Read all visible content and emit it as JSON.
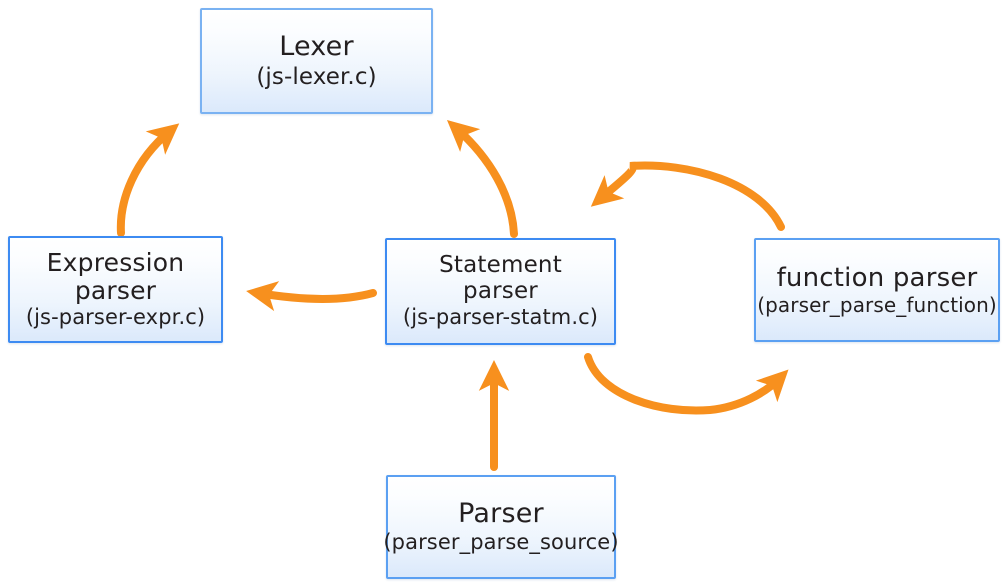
{
  "diagram": {
    "title": "JS parser module call-flow diagram",
    "background_color": "#ffffff",
    "arrow_color": "#f7901e",
    "node_border_color": "#3d8bf2",
    "node_fill_top": "#ffffff",
    "node_fill_bottom": "#dbe9fb",
    "text_color": "#231f20"
  },
  "nodes": [
    {
      "id": "lexer",
      "title": "Lexer",
      "sub": "(js-lexer.c)"
    },
    {
      "id": "expression-parser",
      "title": "Expression\nparser",
      "sub": "(js-parser-expr.c)"
    },
    {
      "id": "statement-parser",
      "title": "Statement\nparser",
      "sub": "(js-parser-statm.c)"
    },
    {
      "id": "function-parser",
      "title": "function parser",
      "sub": "(parser_parse_function)"
    },
    {
      "id": "parser",
      "title": "Parser",
      "sub": "(parser_parse_source)"
    }
  ],
  "edges": [
    {
      "id": "expression-parser-to-lexer",
      "from": "expression-parser",
      "to": "lexer",
      "style": "curved"
    },
    {
      "id": "statement-parser-to-lexer",
      "from": "statement-parser",
      "to": "lexer",
      "style": "curved"
    },
    {
      "id": "function-parser-to-statement-parser",
      "from": "function-parser",
      "to": "statement-parser",
      "style": "arc-over"
    },
    {
      "id": "statement-parser-to-function-parser",
      "from": "statement-parser",
      "to": "function-parser",
      "style": "arc-under"
    },
    {
      "id": "statement-parser-to-expression-parser",
      "from": "statement-parser",
      "to": "expression-parser",
      "style": "horizontal"
    },
    {
      "id": "parser-to-statement-parser",
      "from": "parser",
      "to": "statement-parser",
      "style": "straight-vertical"
    }
  ]
}
